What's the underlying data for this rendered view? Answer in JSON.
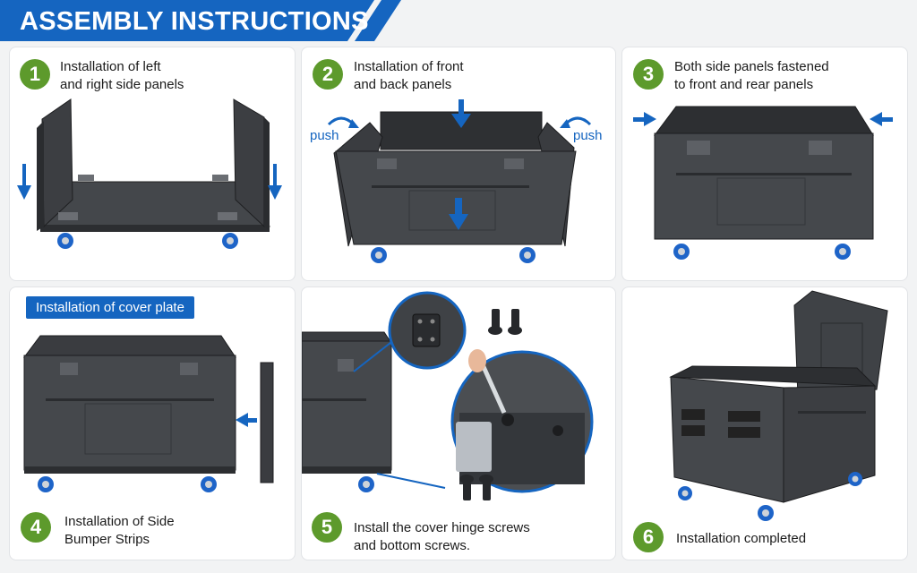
{
  "header": {
    "title": "ASSEMBLY INSTRUCTIONS"
  },
  "colors": {
    "brand_blue": "#1565c0",
    "step_green": "#5d9a2c",
    "box_gray": "#3c3e42",
    "wheel_blue": "#1e64c8"
  },
  "steps": [
    {
      "number": "1",
      "line1": "Installation of left",
      "line2": "and right side panels"
    },
    {
      "number": "2",
      "line1": "Installation of front",
      "line2": "and back panels",
      "push_left": "push",
      "push_right": "push"
    },
    {
      "number": "3",
      "line1": "Both side panels fastened",
      "line2": "to front and rear panels"
    },
    {
      "number": "4",
      "tag": "Installation of cover plate",
      "line1": "Installation of Side",
      "line2": "Bumper Strips"
    },
    {
      "number": "5",
      "line1": "Install the cover hinge screws",
      "line2": "and bottom screws."
    },
    {
      "number": "6",
      "line1": "Installation completed"
    }
  ]
}
